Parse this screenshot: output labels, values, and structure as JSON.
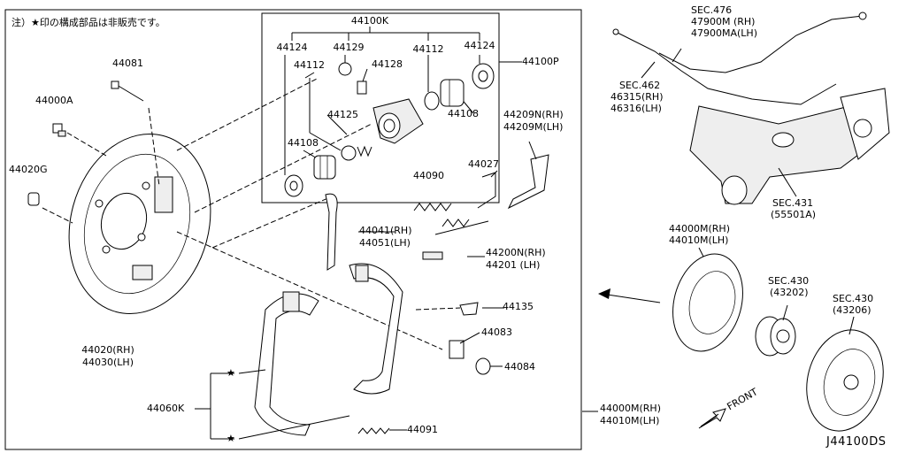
{
  "note": "注）★印の構成部品は非販売です。",
  "diagram_code": "J44100DS",
  "callouts": {
    "p44100K": "44100K",
    "p44124a": "44124",
    "p44129": "44129",
    "p44112a": "44112",
    "p44112b": "44112",
    "p44124b": "44124",
    "p44128": "44128",
    "p44100P": "44100P",
    "p44125": "44125",
    "p44108a": "44108",
    "p44108b": "44108",
    "p44081": "44081",
    "p44000A": "44000A",
    "p44020G": "44020G",
    "p44209N": "44209N(RH)",
    "p44209M": "44209M(LH)",
    "p44090": "44090",
    "p44027": "44027",
    "p44041": "44041(RH)",
    "p44051": "44051(LH)",
    "p44200N": "44200N(RH)",
    "p44201": "44201 (LH)",
    "p44135": "44135",
    "p44083": "44083",
    "p44084": "44084",
    "p44020": "44020(RH)",
    "p44030": "44030(LH)",
    "p44060K": "44060K",
    "p44091": "44091",
    "p44000M_a": "44000M(RH)",
    "p44010M_a": "44010M(LH)",
    "p44000M_b": "44000M(RH)",
    "p44010M_b": "44010M(LH)",
    "sec476_a": "SEC.476",
    "sec476_b": "47900M (RH)",
    "sec476_c": "47900MA(LH)",
    "sec462_a": "SEC.462",
    "sec462_b": "46315(RH)",
    "sec462_c": "46316(LH)",
    "sec431_a": "SEC.431",
    "sec431_b": "(55501A)",
    "sec430a_a": "SEC.430",
    "sec430a_b": "(43202)",
    "sec430b_a": "SEC.430",
    "sec430b_b": "(43206)",
    "front": "FRONT",
    "star1": "★",
    "star2": "★"
  }
}
